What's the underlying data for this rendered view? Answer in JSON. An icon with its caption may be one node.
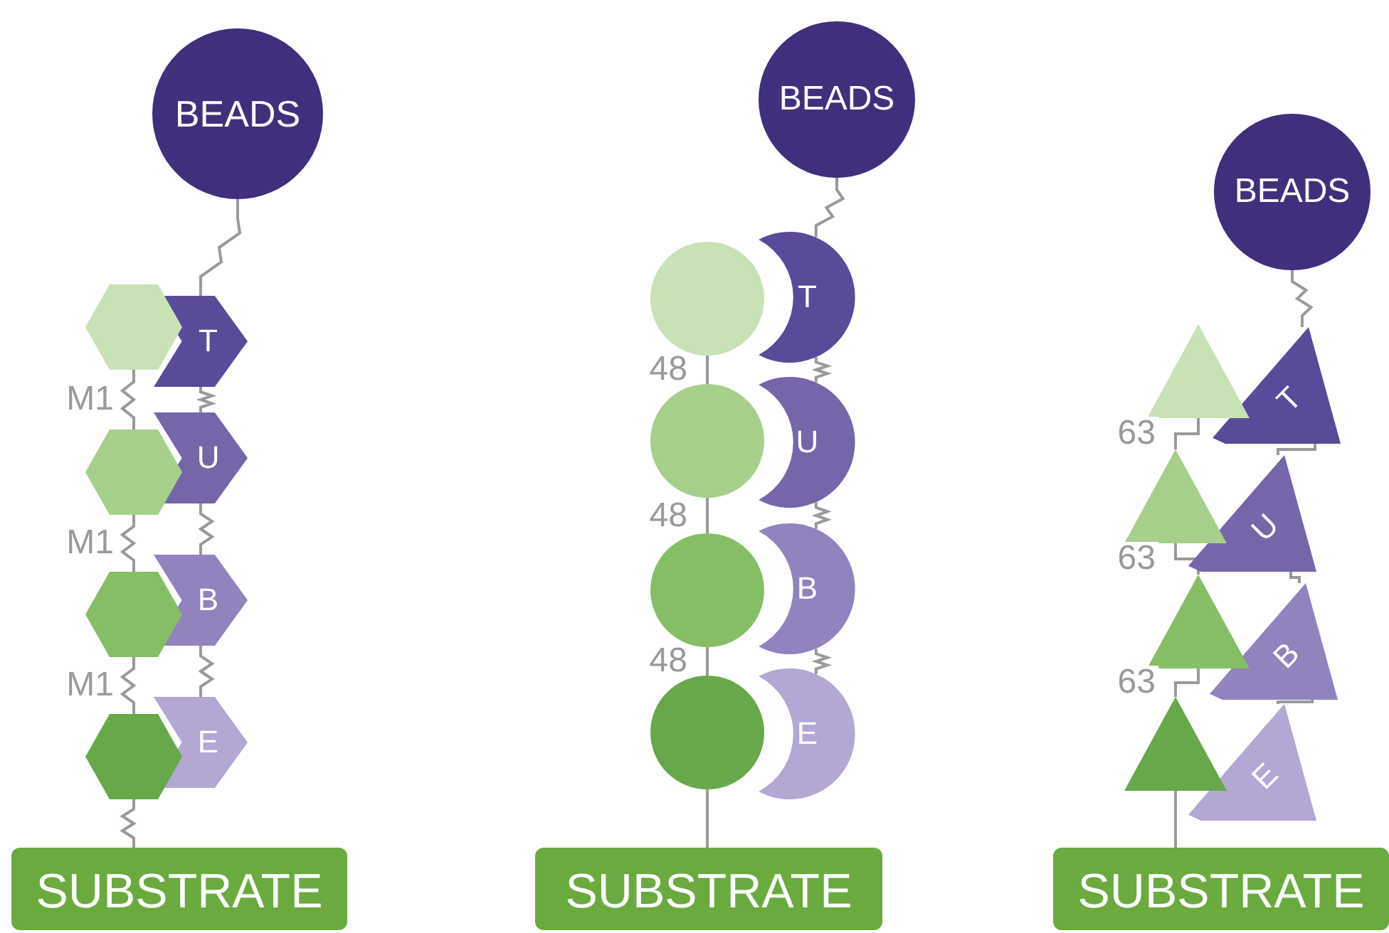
{
  "diagram": {
    "nodes": [
      {
        "text": [
          "BEADS"
        ]
      },
      {
        "text": [
          "T"
        ]
      },
      {
        "text": [
          "U"
        ]
      },
      {
        "text": [
          "B"
        ]
      },
      {
        "text": [
          "E"
        ]
      },
      {
        "text": [],
        "shape": "hexagon"
      },
      {
        "text": [],
        "shape": "hexagon"
      },
      {
        "text": [],
        "shape": "hexagon"
      },
      {
        "text": [],
        "shape": "hexagon"
      },
      {
        "text": [
          "SUBSTRATE"
        ]
      },
      {
        "text": [
          "BEADS"
        ]
      },
      {
        "text": [
          "T"
        ]
      },
      {
        "text": [
          "U"
        ]
      },
      {
        "text": [
          "B"
        ]
      },
      {
        "text": [
          "E"
        ]
      },
      {
        "text": [],
        "shape": "circle"
      },
      {
        "text": [],
        "shape": "circle"
      },
      {
        "text": [],
        "shape": "circle"
      },
      {
        "text": [],
        "shape": "circle"
      },
      {
        "text": [
          "SUBSTRATE"
        ]
      },
      {
        "text": [
          "BEADS"
        ]
      },
      {
        "text": [
          "T"
        ]
      },
      {
        "text": [
          "U"
        ]
      },
      {
        "text": [
          "B"
        ]
      },
      {
        "text": [
          "E"
        ]
      },
      {
        "text": [],
        "shape": "triangle"
      },
      {
        "text": [],
        "shape": "triangle"
      },
      {
        "text": [],
        "shape": "triangle"
      },
      {
        "text": [],
        "shape": "triangle"
      },
      {
        "text": [
          "SUBSTRATE"
        ]
      }
    ],
    "edges": [
      {
        "from": 0,
        "to": 1,
        "arrow": "none"
      },
      {
        "from": 1,
        "to": 2,
        "arrow": "none"
      },
      {
        "from": 2,
        "to": 3,
        "arrow": "none"
      },
      {
        "from": 3,
        "to": 4,
        "arrow": "none"
      },
      {
        "from": 5,
        "to": 6,
        "arrow": "none",
        "label": "M1"
      },
      {
        "from": 6,
        "to": 7,
        "arrow": "none",
        "label": "M1"
      },
      {
        "from": 7,
        "to": 8,
        "arrow": "none",
        "label": "M1"
      },
      {
        "from": 8,
        "to": 9,
        "arrow": "none"
      },
      {
        "from": 10,
        "to": 11,
        "arrow": "none"
      },
      {
        "from": 11,
        "to": 12,
        "arrow": "none"
      },
      {
        "from": 12,
        "to": 13,
        "arrow": "none"
      },
      {
        "from": 13,
        "to": 14,
        "arrow": "none"
      },
      {
        "from": 15,
        "to": 16,
        "arrow": "none",
        "label": "48"
      },
      {
        "from": 16,
        "to": 17,
        "arrow": "none",
        "label": "48"
      },
      {
        "from": 17,
        "to": 18,
        "arrow": "none",
        "label": "48"
      },
      {
        "from": 18,
        "to": 19,
        "arrow": "none"
      },
      {
        "from": 20,
        "to": 21,
        "arrow": "none"
      },
      {
        "from": 21,
        "to": 22,
        "arrow": "none"
      },
      {
        "from": 22,
        "to": 23,
        "arrow": "none"
      },
      {
        "from": 23,
        "to": 24,
        "arrow": "none"
      },
      {
        "from": 25,
        "to": 26,
        "arrow": "none",
        "label": "63"
      },
      {
        "from": 26,
        "to": 27,
        "arrow": "none",
        "label": "63"
      },
      {
        "from": 27,
        "to": 28,
        "arrow": "none",
        "label": "63"
      },
      {
        "from": 28,
        "to": 29,
        "arrow": "none"
      }
    ]
  }
}
